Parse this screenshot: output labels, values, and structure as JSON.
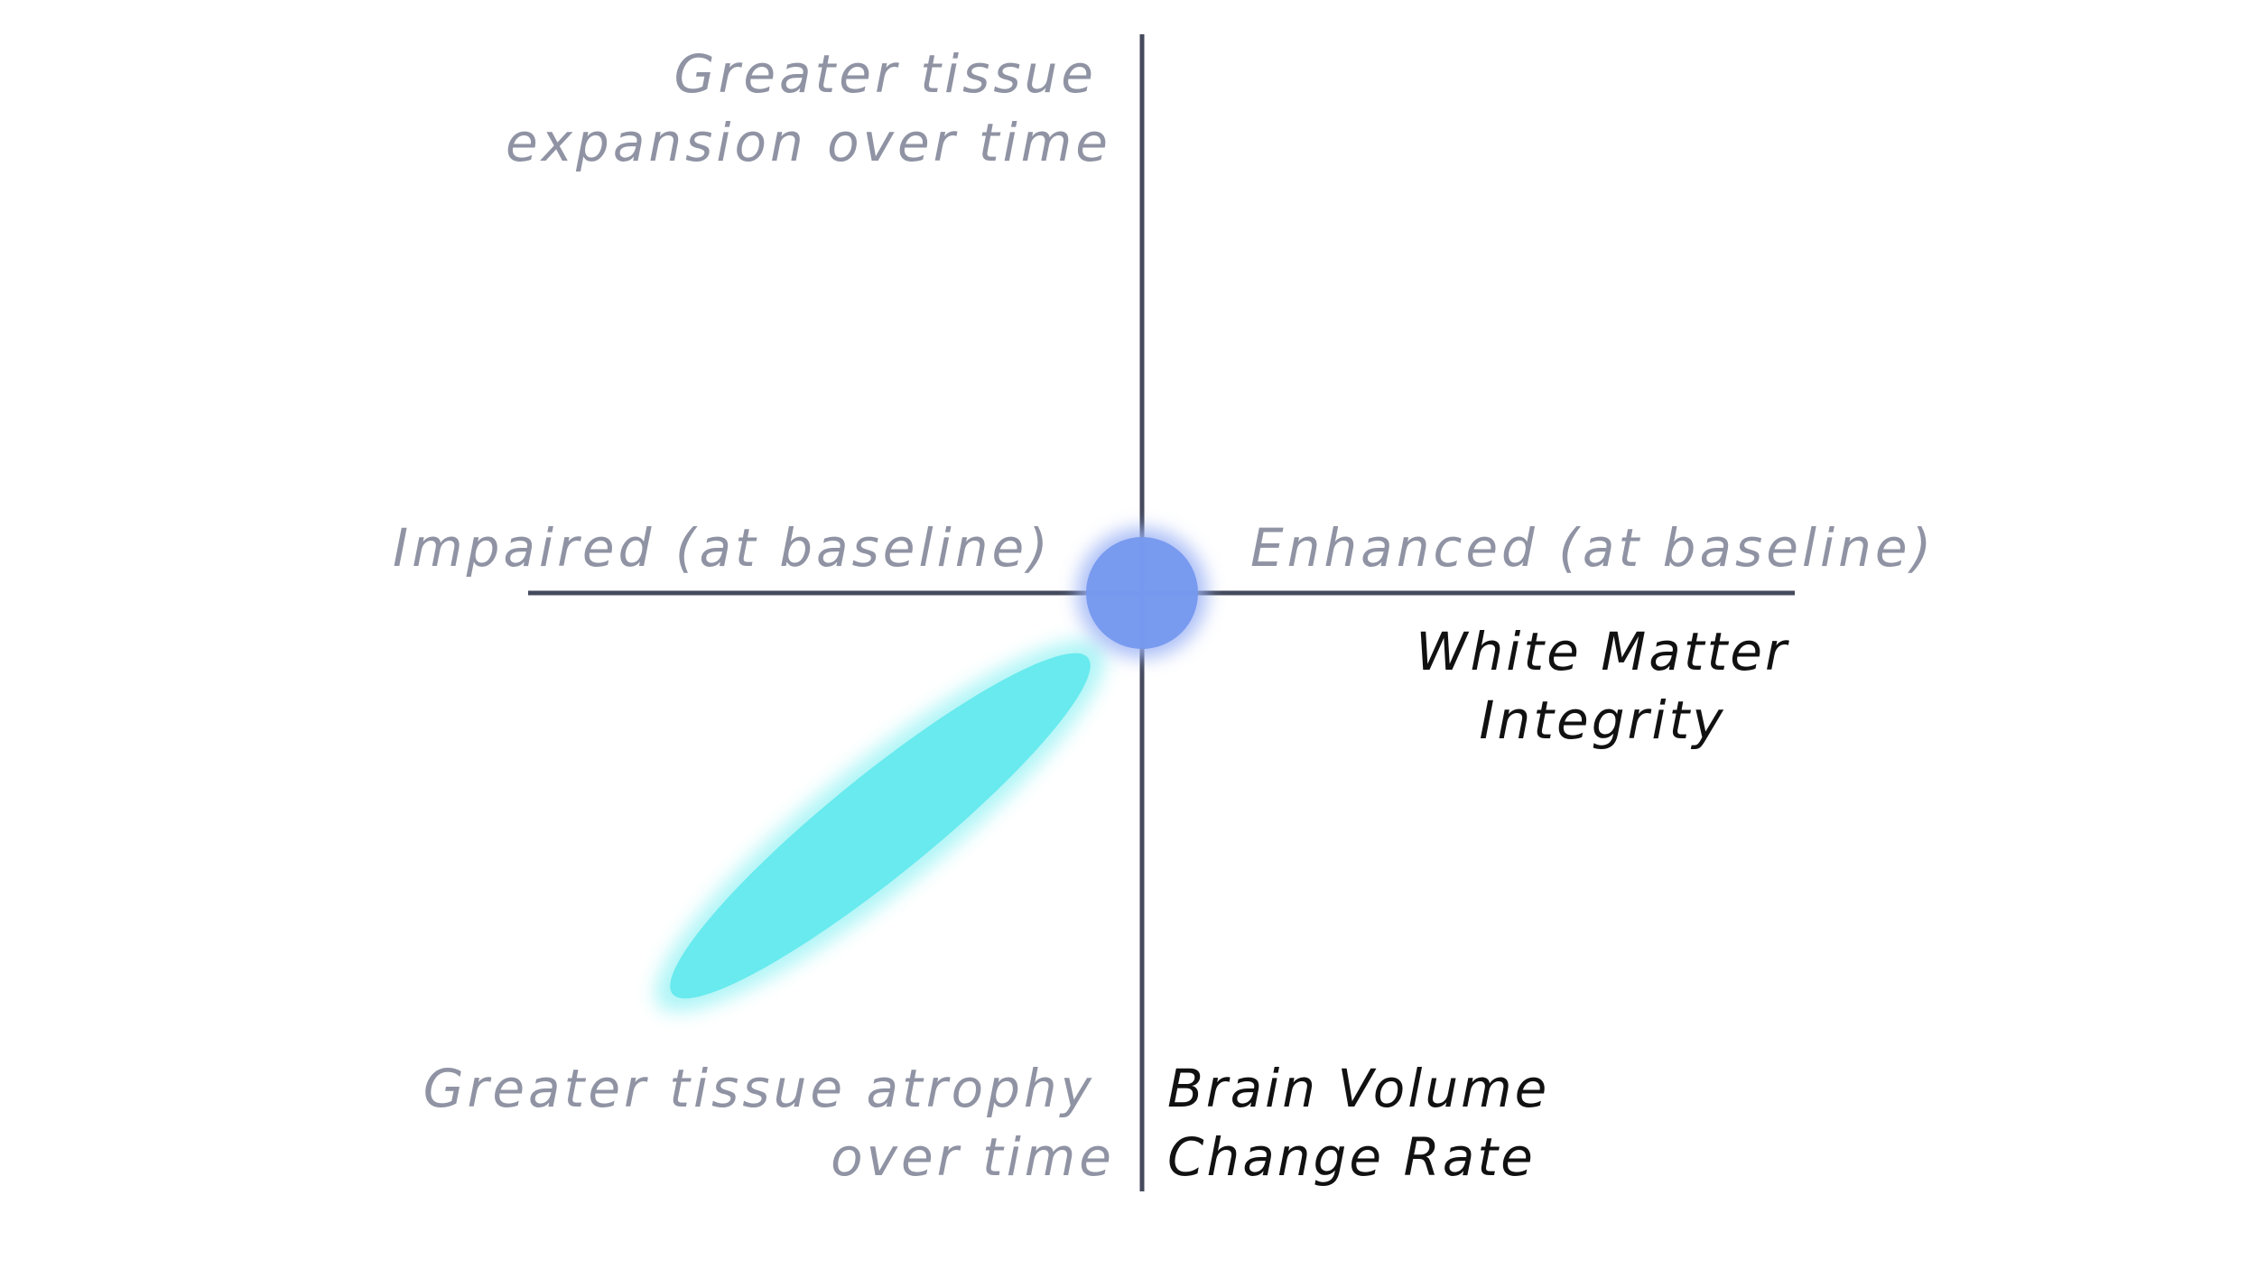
{
  "colors": {
    "axis": "#454a5c",
    "muted_text": "#8f93a3",
    "dark_text": "#111111",
    "baseline_circle": "#7598ee",
    "baseline_glow": "#9cb3f5",
    "trajectory_ellipse": "#68eaee",
    "trajectory_glow": "#a8f4f6"
  },
  "labels": {
    "y_top": [
      "Greater tissue",
      "expansion over time"
    ],
    "y_bottom": [
      "Greater tissue atrophy",
      "over time"
    ],
    "x_left": "Impaired (at baseline)",
    "x_right": "Enhanced (at baseline)",
    "x_axis_title": [
      "White Matter",
      "Integrity"
    ],
    "y_axis_title": [
      "Brain Volume",
      "Change Rate"
    ]
  },
  "shapes": [
    {
      "name": "baseline-circle",
      "kind": "circle",
      "description": "blue circle at origin"
    },
    {
      "name": "trajectory-ellipse",
      "kind": "ellipse",
      "description": "cyan tilted ellipse in lower-left quadrant"
    }
  ]
}
